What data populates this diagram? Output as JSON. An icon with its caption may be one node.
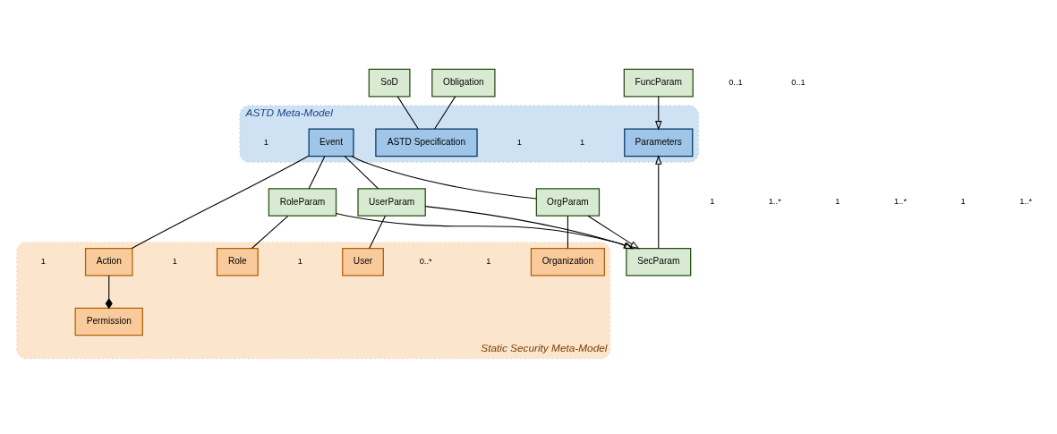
{
  "diagram": {
    "nodes": [
      {
        "text": [
          "ASTD Meta-Model"
        ]
      },
      {
        "text": [
          "ASTD Specification"
        ],
        "in": 0
      },
      {
        "text": [
          "Parameters"
        ],
        "in": 0
      },
      {
        "text": [
          "Event"
        ],
        "in": 0
      },
      {
        "text": [
          "Static Security Meta-Model"
        ]
      },
      {
        "text": [
          "Permission"
        ],
        "in": 4
      },
      {
        "text": [
          "Action"
        ],
        "in": 4
      },
      {
        "text": [
          "Role"
        ],
        "in": 4
      },
      {
        "text": [
          "User"
        ],
        "in": 4
      },
      {
        "text": [
          "Organization"
        ],
        "in": 4
      },
      {
        "text": [
          "SoD"
        ]
      },
      {
        "text": [
          "Obligation"
        ]
      },
      {
        "text": [
          "FuncParam"
        ]
      },
      {
        "text": [
          "SecParam"
        ]
      },
      {
        "text": [
          "RoleParam"
        ]
      },
      {
        "text": [
          "UserParam"
        ]
      },
      {
        "text": [
          "OrgParam"
        ]
      }
    ],
    "edges": [
      {
        "from": 10,
        "to": 1,
        "arrow": "none"
      },
      {
        "from": 11,
        "to": 1,
        "arrow": "none"
      },
      {
        "from": 12,
        "to": 2,
        "arrow": "to"
      },
      {
        "from": 13,
        "to": 2,
        "arrow": "to"
      },
      {
        "from": 14,
        "to": 13,
        "arrow": "to"
      },
      {
        "from": 15,
        "to": 13,
        "arrow": "to"
      },
      {
        "from": 16,
        "to": 13,
        "arrow": "to"
      },
      {
        "from": 3,
        "to": 14,
        "arrow": "none"
      },
      {
        "from": 3,
        "to": 15,
        "arrow": "none"
      },
      {
        "from": 3,
        "to": 16,
        "arrow": "none"
      },
      {
        "from": 3,
        "to": 6,
        "arrow": "none"
      },
      {
        "from": 6,
        "to": 5,
        "arrow": "other"
      },
      {
        "from": 14,
        "to": 7,
        "arrow": "none"
      },
      {
        "from": 15,
        "to": 8,
        "arrow": "none"
      },
      {
        "from": 16,
        "to": 9,
        "arrow": "none"
      }
    ],
    "labels": [
      "0..1",
      "1",
      "1",
      "0..1",
      "1",
      "1",
      "1",
      "1",
      "1..*",
      "1..*",
      "1..*",
      "1",
      "1",
      "1",
      "1",
      "0..*"
    ]
  }
}
